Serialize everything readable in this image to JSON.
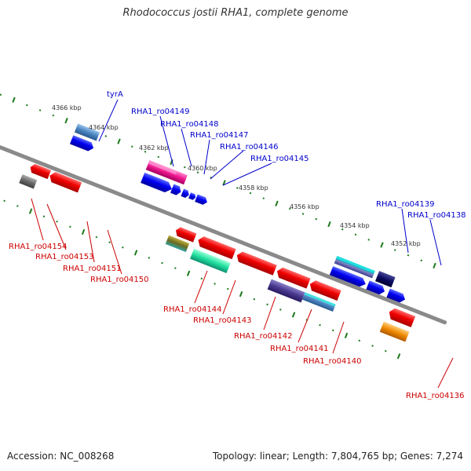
{
  "title": "Rhodococcus jostii RHA1, complete genome",
  "footer": {
    "accession": "Accession: NC_008268",
    "summary": "Topology: linear; Length: 7,804,765 bp; Genes: 7,274"
  },
  "colors": {
    "backbone": "#8a8a8a",
    "tick": "#1a7a1a",
    "forward_label": "#0000cc",
    "reverse_label": "#cc0000",
    "forward_leader": "#0000cc",
    "reverse_leader": "#cc0000"
  },
  "kbp_labels": [
    "4366 kbp",
    "4364 kbp",
    "4362 kbp",
    "4360 kbp",
    "4358 kbp",
    "4356 kbp",
    "4354 kbp",
    "4352 kbp"
  ],
  "forward_genes": [
    "tyrA",
    "RHA1_ro04149",
    "RHA1_ro04148",
    "RHA1_ro04147",
    "RHA1_ro04146",
    "RHA1_ro04145",
    "RHA1_ro04139",
    "RHA1_ro04138"
  ],
  "reverse_genes": [
    "RHA1_ro04154",
    "RHA1_ro04153",
    "RHA1_ro04151",
    "RHA1_ro04150",
    "RHA1_ro04144",
    "RHA1_ro04143",
    "RHA1_ro04142",
    "RHA1_ro04141",
    "RHA1_ro04140",
    "RHA1_ro04136"
  ]
}
